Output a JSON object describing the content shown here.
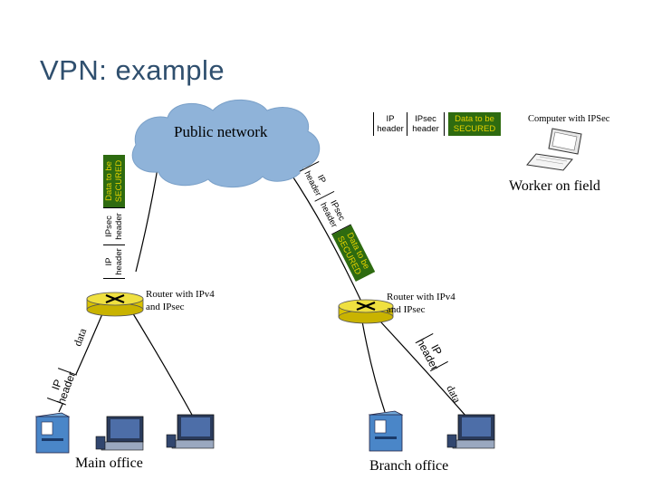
{
  "slide": {
    "title": "VPN: example"
  },
  "cloud": {
    "label": "Public network"
  },
  "packets": {
    "top": {
      "ip": "IP header",
      "ipsec": "IPsec header",
      "data": "Data to be SECURED"
    },
    "left": {
      "ip": "IP header",
      "ipsec": "IPsec header",
      "data": "Data to be SECURED"
    },
    "center": {
      "ip": "IP header",
      "ipsec": "IPsec header",
      "data": "Data to be SECURED"
    },
    "main_office": {
      "ip": "IP header",
      "data": "data"
    },
    "branch": {
      "ip": "IP header",
      "data": "data"
    }
  },
  "labels": {
    "computer": "Computer with IPSec",
    "worker": "Worker on field",
    "router_left": "Router with IPv4 and IPsec",
    "router_right": "Router with IPv4 and IPsec",
    "main_office": "Main office",
    "branch_office": "Branch office"
  },
  "colors": {
    "cloud": "#8fb3d9",
    "secure_bg": "#2e6b10",
    "secure_text": "#e4d200",
    "router": "#e8d418",
    "title": "#2f4f6e"
  }
}
